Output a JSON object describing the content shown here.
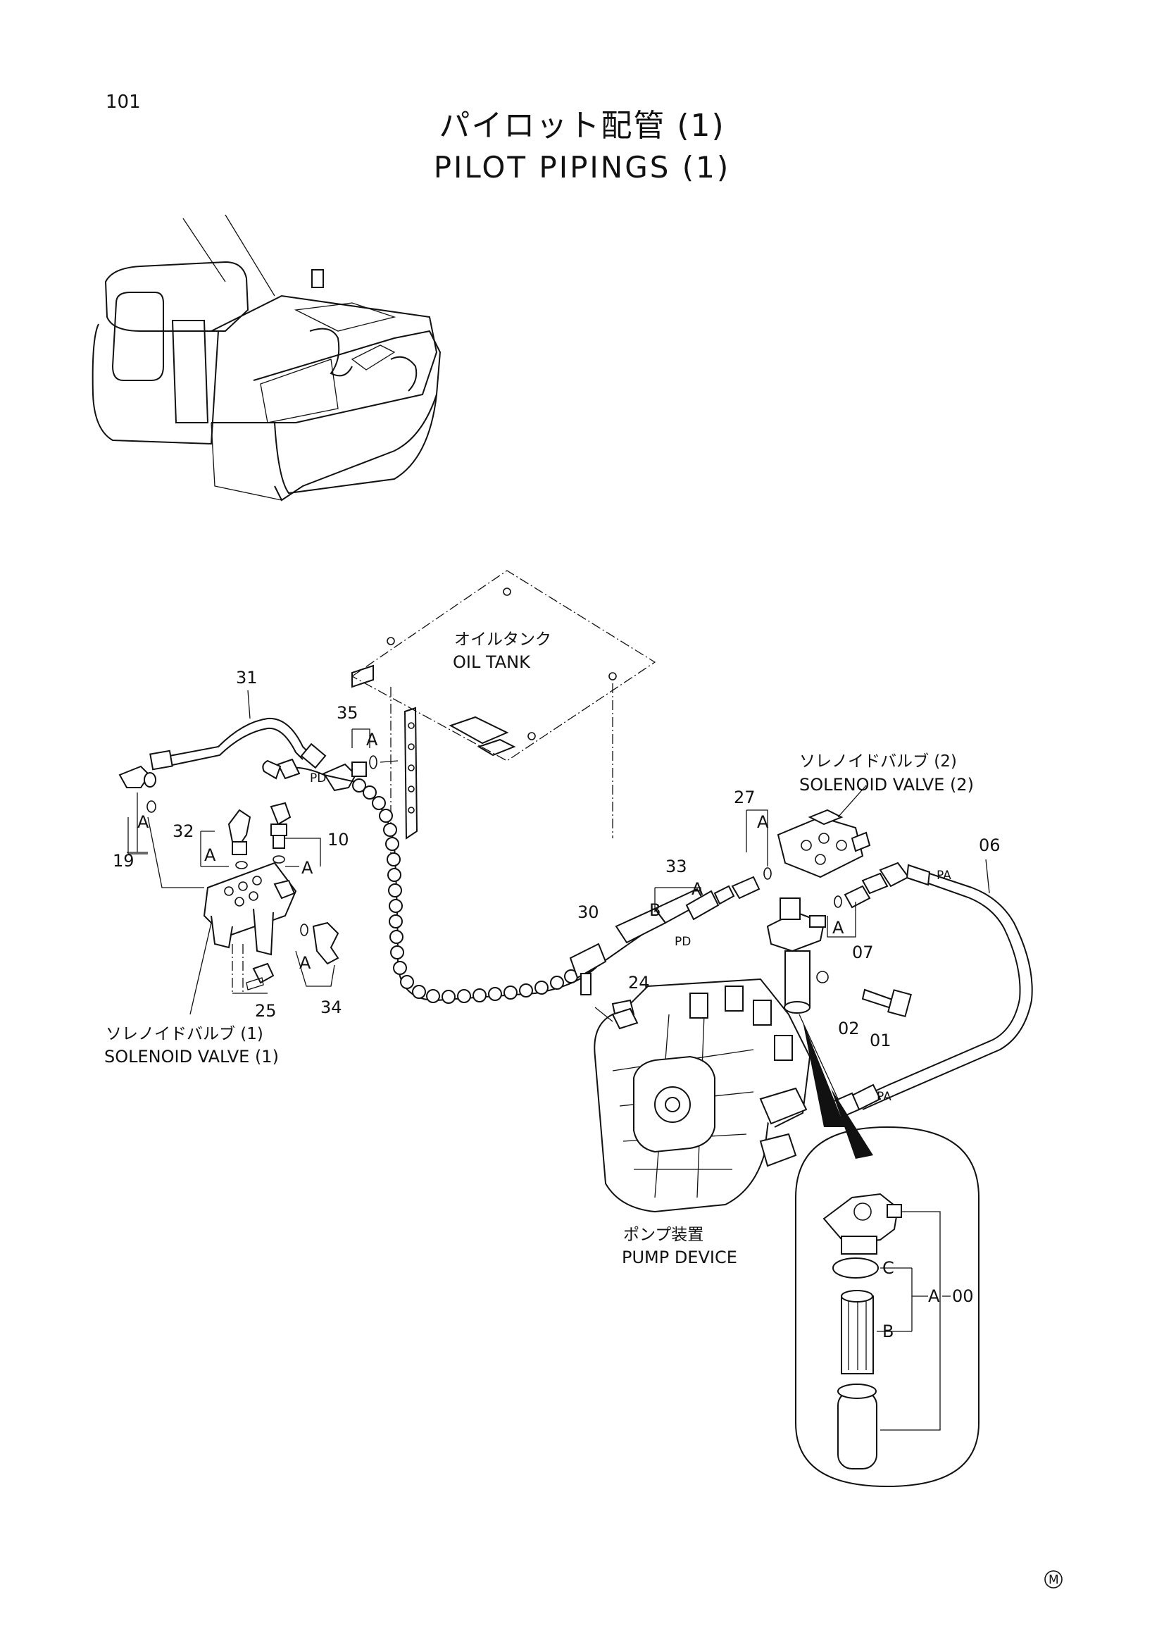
{
  "page": {
    "number": "101",
    "mark": "M"
  },
  "title": {
    "jp": "パイロット配管 (1)",
    "en": "PILOT PIPINGS (1)"
  },
  "callouts": {
    "oil_tank_jp": "オイルタンク",
    "oil_tank_en": "OIL TANK",
    "sv2_jp": "ソレノイドバルブ (2)",
    "sv2_en": "SOLENOID VALVE (2)",
    "sv1_jp": "ソレノイドバルブ (1)",
    "sv1_en": "SOLENOID VALVE (1)",
    "pump_jp": "ポンプ装置",
    "pump_en": "PUMP DEVICE"
  },
  "part_numbers": {
    "p31": "31",
    "p35": "35",
    "p19": "19",
    "p32": "32",
    "p10": "10",
    "p25": "25",
    "p34": "34",
    "p30": "30",
    "p33": "33",
    "p27": "27",
    "p24": "24",
    "p06": "06",
    "p07": "07",
    "p02": "02",
    "p01": "01",
    "p00": "00"
  },
  "letters": {
    "a": "A",
    "b": "B",
    "c": "C",
    "pd": "PD",
    "pa": "PA"
  }
}
